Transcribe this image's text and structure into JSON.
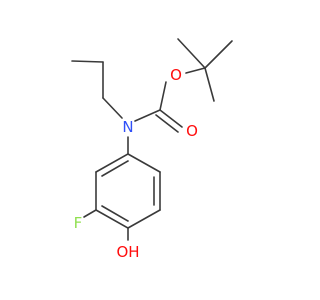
{
  "molecule": {
    "atoms": {
      "oxygen_ether": "O",
      "oxygen_carbonyl": "O",
      "nitrogen": "N",
      "fluorine": "F",
      "hydroxyl": "OH"
    },
    "colors": {
      "bond": "#3a3a3a",
      "oxygen": "#ff0d0d",
      "nitrogen": "#3050f8",
      "fluorine": "#90e050"
    }
  }
}
